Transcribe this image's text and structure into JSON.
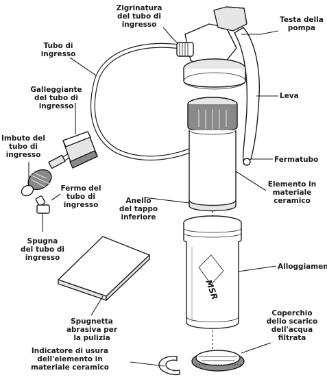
{
  "labels": {
    "zigrinatura": [
      "Zigrinatura",
      "del tubo di",
      "ingresso"
    ],
    "testa": [
      "Testa della",
      "pompa"
    ],
    "tubo": [
      "Tubo di",
      "ingresso"
    ],
    "galleggiante": [
      "Galleggiante",
      "del tubo di",
      "ingresso"
    ],
    "leva": [
      "Leva"
    ],
    "imbuto": [
      "Imbuto del",
      "tubo di",
      "ingresso"
    ],
    "fermatubo": [
      "Fermatubo"
    ],
    "fermo": [
      "Fermo del",
      "tubo di",
      "ingresso"
    ],
    "anello": [
      "Anello",
      "del tappo",
      "inferiore"
    ],
    "elemento": [
      "Elemento in",
      "materiale",
      "ceramico"
    ],
    "spugna": [
      "Spugna",
      "del tubo di",
      "ingresso"
    ],
    "alloggiamento": [
      "Alloggiamento"
    ],
    "spugnetta": [
      "Spugnetta",
      "abrasiva per",
      "la pulizia"
    ],
    "coperchio": [
      "Coperchio",
      "dello scarico",
      "dell'acqua",
      "filtrata"
    ],
    "indicatore": [
      "Indicatore di usura",
      "dell'elemento in",
      "materiale ceramico"
    ]
  },
  "housing_brand": "MSR"
}
